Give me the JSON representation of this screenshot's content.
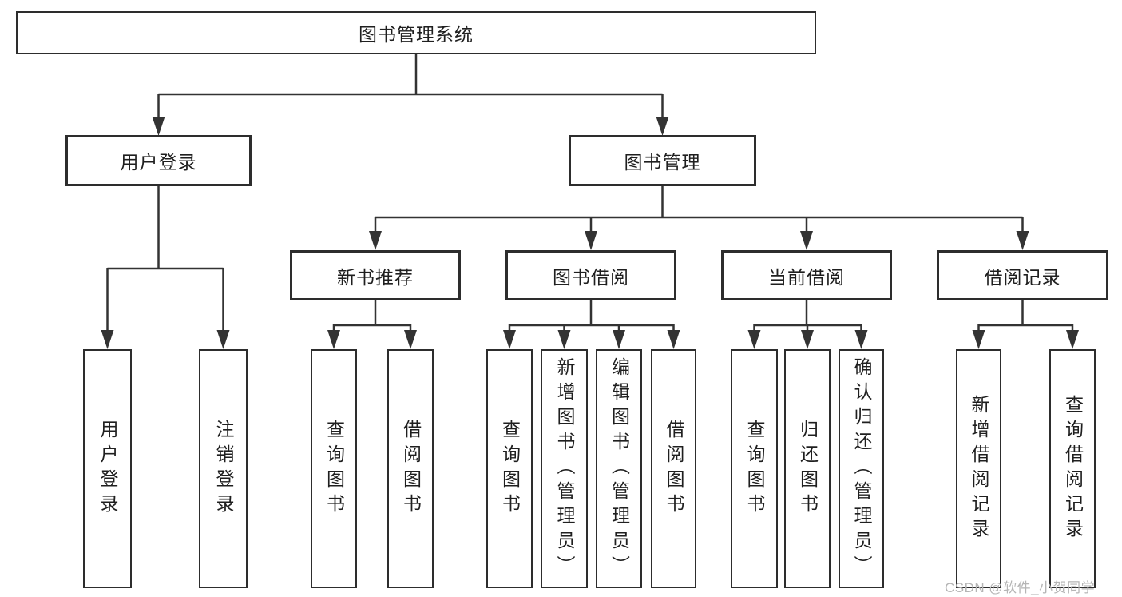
{
  "colors": {
    "background": "#ffffff",
    "line": "#333333",
    "box_border": "#2d2d2d",
    "text": "#1f1f1f",
    "watermark": "#b5b5b5"
  },
  "watermark": {
    "text": "CSDN @软件_小贺同学"
  },
  "diagram": {
    "root": {
      "label": "图书管理系统"
    },
    "level2": [
      {
        "label": "用户登录"
      },
      {
        "label": "图书管理"
      }
    ],
    "level3": [
      {
        "label": "新书推荐"
      },
      {
        "label": "图书借阅"
      },
      {
        "label": "当前借阅"
      },
      {
        "label": "借阅记录"
      }
    ],
    "leaves": {
      "user_login": [
        {
          "label": "用户登录"
        },
        {
          "label": "注销登录"
        }
      ],
      "new_book_recommend": [
        {
          "label": "查询图书"
        },
        {
          "label": "借阅图书"
        }
      ],
      "book_borrowing": [
        {
          "label": "查询图书"
        },
        {
          "label": "新增图书（管理员）"
        },
        {
          "label": "编辑图书（管理员）"
        },
        {
          "label": "借阅图书"
        }
      ],
      "current_borrowing": [
        {
          "label": "查询图书"
        },
        {
          "label": "归还图书"
        },
        {
          "label": "确认归还（管理员）"
        }
      ],
      "borrowing_records": [
        {
          "label": "新增借阅记录"
        },
        {
          "label": "查询借阅记录"
        }
      ]
    }
  }
}
